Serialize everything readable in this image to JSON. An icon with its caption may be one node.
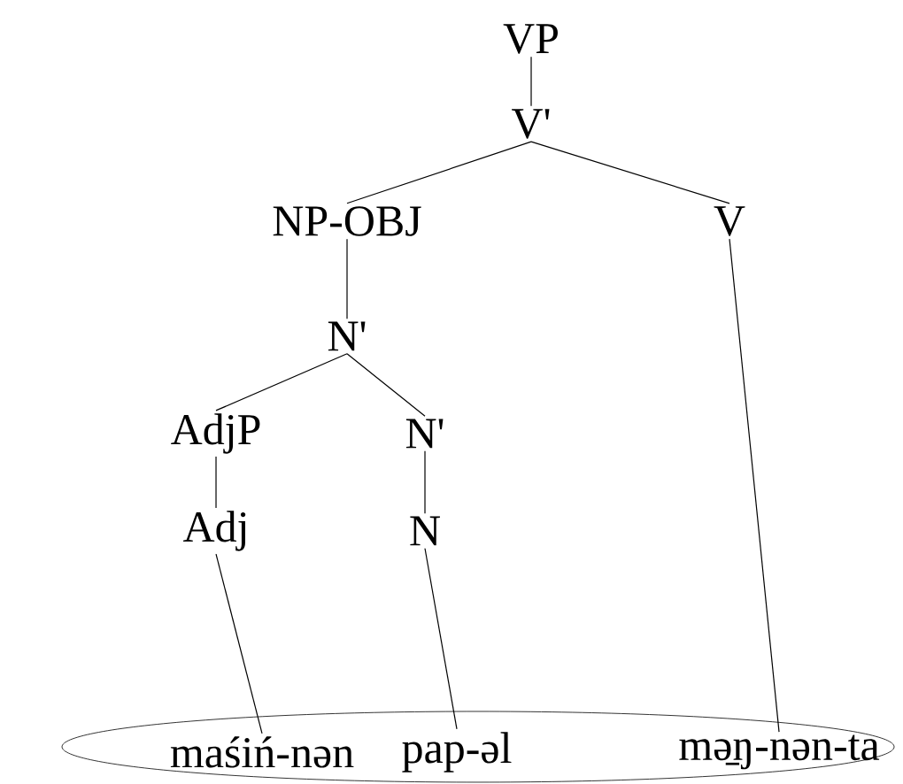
{
  "diagram": {
    "nodes": [
      {
        "text": [
          "VP"
        ]
      },
      {
        "text": [
          "V'"
        ]
      },
      {
        "text": [
          "NP-OBJ"
        ]
      },
      {
        "text": [
          "V"
        ]
      },
      {
        "text": [
          "N'"
        ]
      },
      {
        "text": [
          "AdjP"
        ]
      },
      {
        "text": [
          "N'"
        ]
      },
      {
        "text": [
          "Adj"
        ]
      },
      {
        "text": [
          "N"
        ]
      },
      {
        "text": [],
        "shape": "ellipse"
      },
      {
        "text": [
          "maśiń-nən"
        ],
        "in": 9
      },
      {
        "text": [
          "pap-əl"
        ],
        "in": 9
      },
      {
        "text": [
          "mə̱ŋ-nən-ta"
        ],
        "in": 9
      }
    ],
    "edges": [
      {
        "from": 0,
        "to": 1,
        "arrow": "none"
      },
      {
        "from": 1,
        "to": 2,
        "arrow": "none"
      },
      {
        "from": 1,
        "to": 3,
        "arrow": "none"
      },
      {
        "from": 2,
        "to": 4,
        "arrow": "none"
      },
      {
        "from": 4,
        "to": 5,
        "arrow": "none"
      },
      {
        "from": 4,
        "to": 6,
        "arrow": "none"
      },
      {
        "from": 5,
        "to": 7,
        "arrow": "none"
      },
      {
        "from": 6,
        "to": 8,
        "arrow": "none"
      },
      {
        "from": 7,
        "to": 10,
        "arrow": "none"
      },
      {
        "from": 8,
        "to": 11,
        "arrow": "none"
      },
      {
        "from": 3,
        "to": 12,
        "arrow": "none"
      }
    ]
  }
}
